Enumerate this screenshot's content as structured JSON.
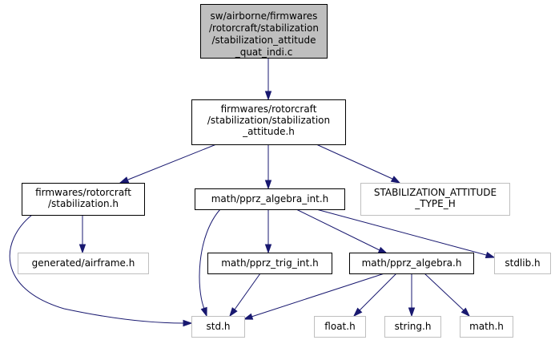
{
  "graph": {
    "title": "",
    "edge_color": "#191970",
    "main_node_fill": "#bfbfbf",
    "ghost_node_border": "#bfbfbf",
    "nodes": {
      "source": {
        "lines": [
          "sw/airborne/firmwares",
          "/rotorcraft/stabilization",
          "/stabilization_attitude",
          "_quat_indi.c"
        ]
      },
      "stab_attitude_h": {
        "lines": [
          "firmwares/rotorcraft",
          "/stabilization/stabilization",
          "_attitude.h"
        ]
      },
      "stabilization_h": {
        "lines": [
          "firmwares/rotorcraft",
          "/stabilization.h"
        ]
      },
      "pprz_algebra_int": {
        "lines": [
          "math/pprz_algebra_int.h"
        ]
      },
      "attitude_type": {
        "lines": [
          "STABILIZATION_ATTITUDE",
          "_TYPE_H"
        ]
      },
      "airframe": {
        "lines": [
          "generated/airframe.h"
        ]
      },
      "pprz_trig_int": {
        "lines": [
          "math/pprz_trig_int.h"
        ]
      },
      "pprz_algebra": {
        "lines": [
          "math/pprz_algebra.h"
        ]
      },
      "stdlib": {
        "lines": [
          "stdlib.h"
        ]
      },
      "std": {
        "lines": [
          "std.h"
        ]
      },
      "float": {
        "lines": [
          "float.h"
        ]
      },
      "string": {
        "lines": [
          "string.h"
        ]
      },
      "math": {
        "lines": [
          "math.h"
        ]
      }
    }
  }
}
